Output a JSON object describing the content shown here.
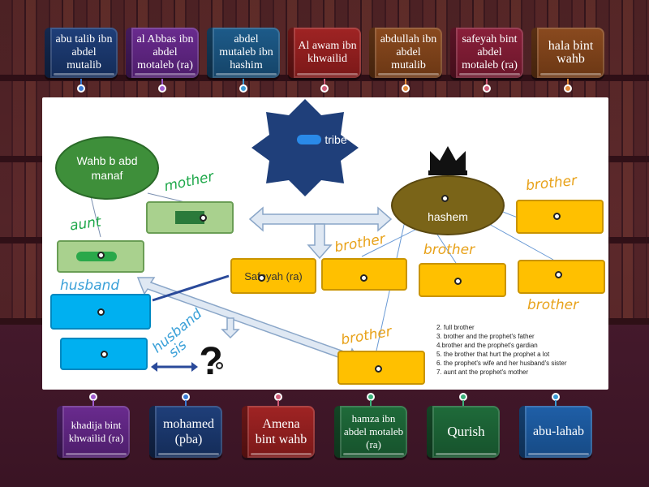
{
  "top_tiles": [
    {
      "label": "abu talib ibn abdel mutalib",
      "pin": "#3a7bd5"
    },
    {
      "label": "al Abbas ibn abdel motaleb (ra)",
      "pin": "#a05cd0"
    },
    {
      "label": "abdel mutaleb ibn hashim",
      "pin": "#3a9ad5"
    },
    {
      "label": "Al awam ibn khwailid",
      "pin": "#d05c78"
    },
    {
      "label": "abdullah ibn abdel mutalib",
      "pin": "#e08a3a"
    },
    {
      "label": "safeyah bint abdel motaleb (ra)",
      "pin": "#d05c78"
    },
    {
      "label": "hala bint wahb",
      "pin": "#e08a3a"
    }
  ],
  "bottom_tiles": [
    {
      "label": "khadija bint khwailid (ra)",
      "pin": "#a05cd0"
    },
    {
      "label": "mohamed (pba)",
      "pin": "#3a7bd5"
    },
    {
      "label": "Amena bint wahb",
      "pin": "#d05c78"
    },
    {
      "label": "hamza ibn abdel motaleb (ra)",
      "pin": "#3ab07a"
    },
    {
      "label": "Qurish",
      "pin": "#3ab07a"
    },
    {
      "label": "abu-lahab",
      "pin": "#3a9ad5"
    }
  ],
  "diagram": {
    "star_text": "tribe",
    "wahb_label": "Wahb b abd manaf",
    "hashem_label": "hashem",
    "safeyah_label": "Safeyah (ra)",
    "question_mark": "?",
    "hand_labels": {
      "mother": "mother",
      "aunt": "aunt",
      "husband1": "husband",
      "husband2": "husband",
      "sis": "sis",
      "brother1": "brother",
      "brother2": "brother",
      "brother3": "brother",
      "brother4": "brother",
      "brother5": "brother"
    },
    "legend": [
      "2. full brother",
      "3. brother and the prophet's father",
      "4.brother and the prophet's gardian",
      "5. the brother that hurt the prophet a lot",
      "6. the prophet's wife and her husband's sister",
      "7. aunt ant the prophet's mother"
    ]
  }
}
